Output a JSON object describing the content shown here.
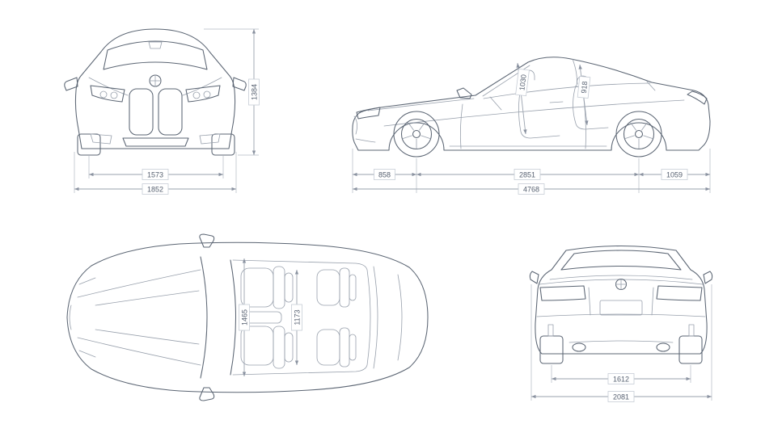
{
  "colors": {
    "background": "#ffffff",
    "car_line": "#5b6573",
    "detail_line": "#98a0ac",
    "dimension_line": "#9aa2ae",
    "label_text": "#566070",
    "label_border": "#c7cdd6"
  },
  "icons": {
    "brand_roundel": "bmw-roundel-icon"
  },
  "views": {
    "front": {
      "dims": {
        "track_width": "1573",
        "overall_width": "1852",
        "height": "1384"
      }
    },
    "side": {
      "dims": {
        "headroom_front": "1030",
        "headroom_rear": "918",
        "front_overhang": "858",
        "wheelbase": "2851",
        "rear_overhang": "1059",
        "overall_length": "4768"
      }
    },
    "top": {
      "dims": {
        "interior_width_front": "1465",
        "interior_width_rear": "1173"
      }
    },
    "rear": {
      "dims": {
        "track_width_rear": "1612",
        "width_incl_mirrors": "2081"
      }
    }
  }
}
